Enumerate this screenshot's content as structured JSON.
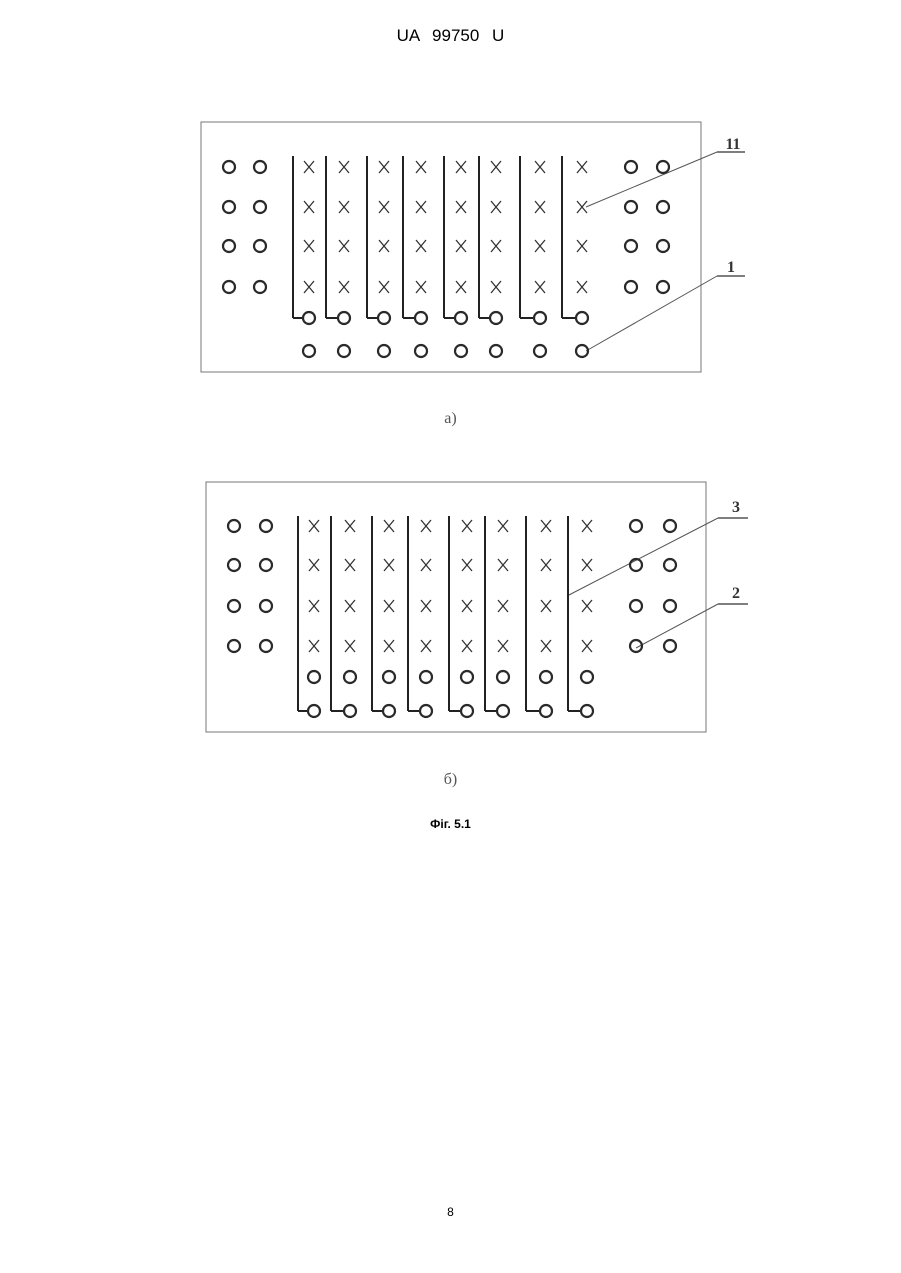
{
  "header": {
    "patent_number": "UA 99750 U"
  },
  "figure_a": {
    "caption": "а)",
    "callouts": [
      {
        "label": "11"
      },
      {
        "label": "1"
      }
    ]
  },
  "figure_b": {
    "caption": "б)",
    "callouts": [
      {
        "label": "3"
      },
      {
        "label": "2"
      }
    ]
  },
  "figure_caption": "Фіг. 5.1",
  "page_number": "8"
}
